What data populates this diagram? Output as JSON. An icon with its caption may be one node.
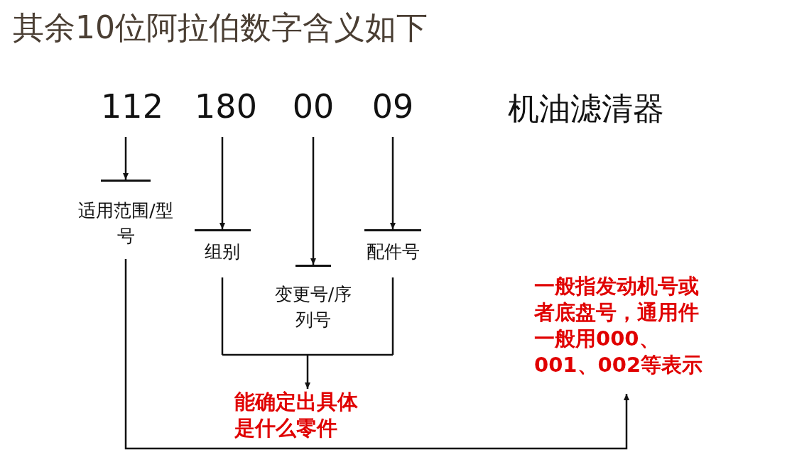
{
  "diagram": {
    "title": "其余10位阿拉伯数字含义如下",
    "nodes": [
      {
        "text": [
          "112"
        ]
      },
      {
        "text": [
          "180"
        ]
      },
      {
        "text": [
          "00"
        ]
      },
      {
        "text": [
          "09"
        ]
      },
      {
        "text": [
          "适用范围/型号"
        ]
      },
      {
        "text": [
          "组别"
        ]
      },
      {
        "text": [
          "变更号/序列号"
        ]
      },
      {
        "text": [
          "配件号"
        ]
      },
      {
        "text": [
          "能确定出具体是什么零件"
        ]
      },
      {
        "text": [
          "一般指发动机号或者底盘号，通用件一般用000、001、002等表示"
        ]
      }
    ],
    "edges": [
      {
        "from": 0,
        "to": 4,
        "arrow": "to"
      },
      {
        "from": 1,
        "to": 5,
        "arrow": "to"
      },
      {
        "from": 2,
        "to": 6,
        "arrow": "to"
      },
      {
        "from": 3,
        "to": 7,
        "arrow": "to"
      },
      {
        "from": 5,
        "to": 8,
        "arrow": "to"
      },
      {
        "from": 7,
        "to": 8,
        "arrow": "to"
      },
      {
        "from": 4,
        "to": 9,
        "arrow": "to"
      }
    ],
    "labels": [
      "机油滤清器"
    ]
  }
}
